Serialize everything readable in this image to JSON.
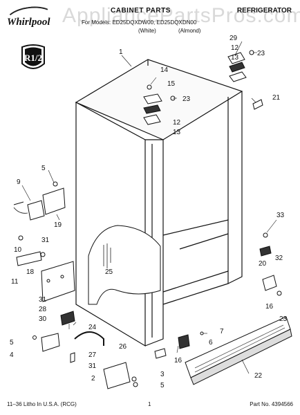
{
  "header": {
    "watermark": "AppliancePartsPros.com",
    "brand": "Whirlpool",
    "title": "CABINET PARTS",
    "category": "REFRIGERATOR",
    "parts_line": "For Models: ED25DQXDW00, ED25DQXDN00",
    "color_white": "(White)",
    "color_almond": "(Almond)"
  },
  "badge": {
    "text": "R1/2"
  },
  "callouts": [
    "1",
    "29",
    "12",
    "13",
    "23",
    "14",
    "15",
    "23",
    "12",
    "13",
    "21",
    "5",
    "9",
    "19",
    "31",
    "10",
    "18",
    "11",
    "33",
    "31",
    "28",
    "30",
    "24",
    "25",
    "20",
    "32",
    "16",
    "23",
    "7",
    "6",
    "5",
    "4",
    "27",
    "26",
    "31",
    "2",
    "16",
    "3",
    "5",
    "22"
  ],
  "footer": {
    "left": "11–36 Litho In U.S.A. (RCG)",
    "page": "1",
    "part_no": "Part No. 4394566"
  }
}
